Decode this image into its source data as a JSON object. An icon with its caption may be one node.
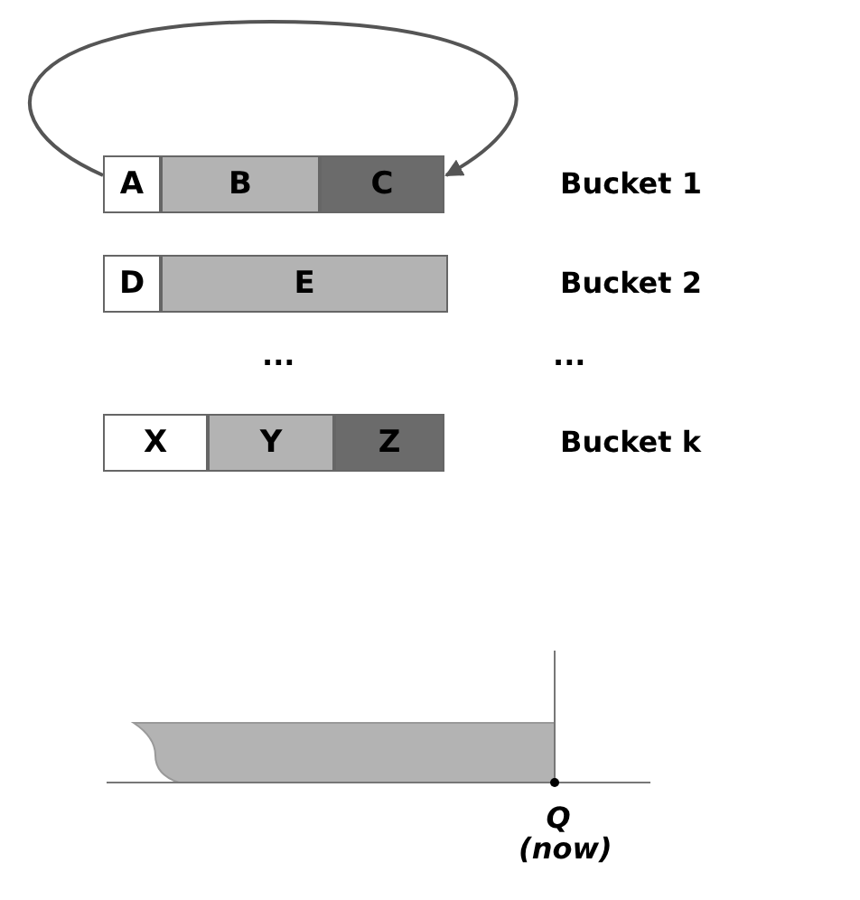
{
  "diagram": {
    "nodes": [
      {
        "text": [
          "A"
        ]
      },
      {
        "text": [
          "B"
        ]
      },
      {
        "text": [
          "C"
        ]
      },
      {
        "text": [
          "D"
        ]
      },
      {
        "text": [
          "E"
        ]
      },
      {
        "text": [
          "X"
        ]
      },
      {
        "text": [
          "Y"
        ]
      },
      {
        "text": [
          "Z"
        ]
      }
    ],
    "edges": [
      {
        "from": 0,
        "to": 2,
        "arrow": "to"
      }
    ],
    "labels": [
      "Bucket 1",
      "Bucket 2",
      "...",
      "...",
      "Bucket k",
      "Q (now)"
    ]
  }
}
